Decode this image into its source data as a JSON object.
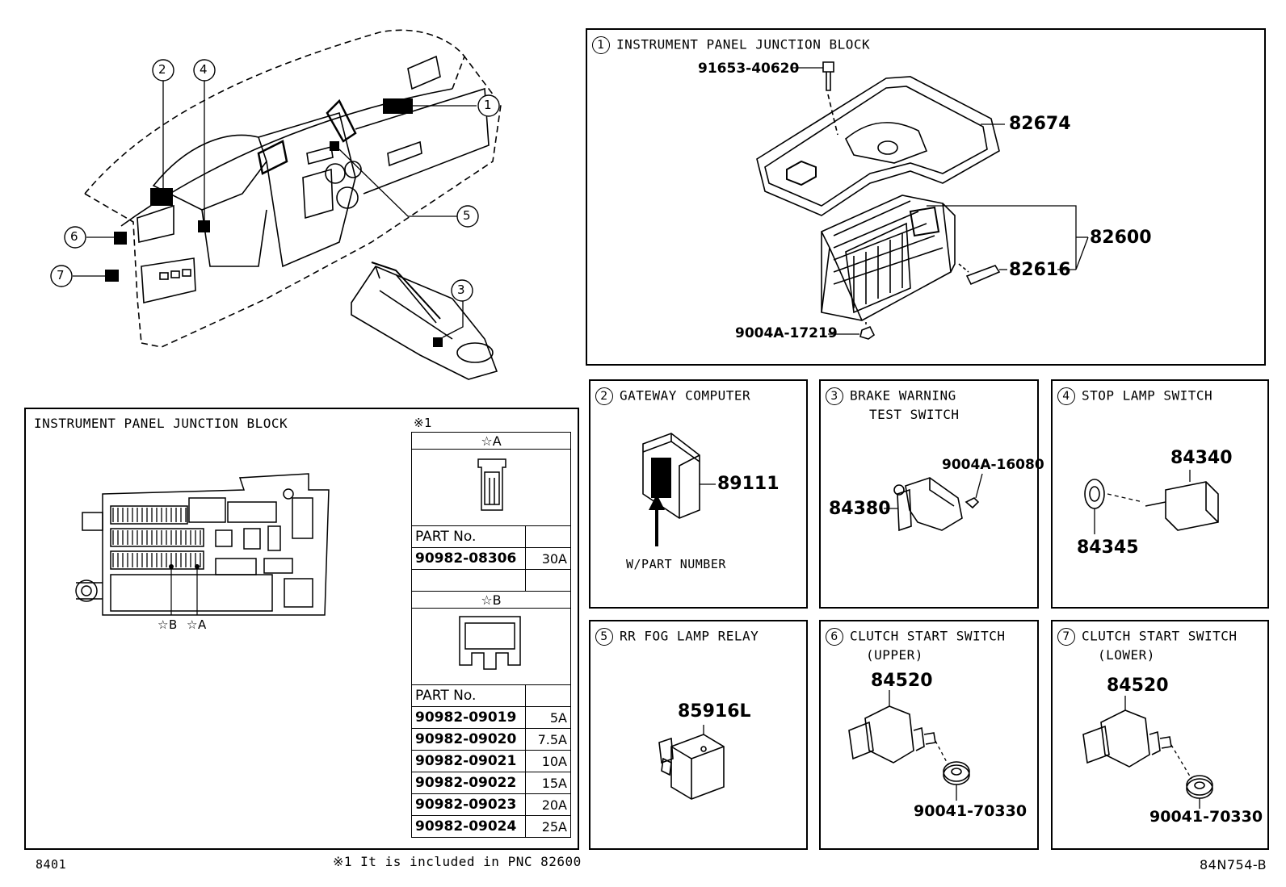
{
  "overview": {
    "callouts": [
      "1",
      "2",
      "3",
      "4",
      "5",
      "6",
      "7"
    ]
  },
  "sec1": {
    "num": "1",
    "title": "INSTRUMENT PANEL JUNCTION BLOCK",
    "parts": {
      "bolt": "91653-40620",
      "cover": "82674",
      "block": "82600",
      "clip": "82616",
      "nut": "9004A-17219"
    }
  },
  "sec2": {
    "num": "2",
    "title": "GATEWAY COMPUTER",
    "part": "89111",
    "note": "W/PART NUMBER"
  },
  "sec3": {
    "num": "3",
    "title_line1": "BRAKE WARNING",
    "title_line2": "TEST SWITCH",
    "screw": "9004A-16080",
    "switch": "84380"
  },
  "sec4": {
    "num": "4",
    "title": "STOP LAMP SWITCH",
    "switch": "84340",
    "cushion": "84345"
  },
  "sec5": {
    "num": "5",
    "title": "RR FOG LAMP RELAY",
    "part": "85916L"
  },
  "sec6": {
    "num": "6",
    "title_line1": "CLUTCH START SWITCH",
    "title_line2": "(UPPER)",
    "switch": "84520",
    "nut": "90041-70330"
  },
  "sec7": {
    "num": "7",
    "title_line1": "CLUTCH START SWITCH",
    "title_line2": "(LOWER)",
    "switch": "84520",
    "nut": "90041-70330"
  },
  "jb": {
    "title": "INSTRUMENT PANEL JUNCTION BLOCK",
    "markB": "☆B",
    "markA": "☆A",
    "table_note": "※1",
    "groupA": {
      "head": "☆A",
      "pn_label": "PART No.",
      "rows": [
        {
          "pn": "90982-08306",
          "amp": "30A"
        }
      ]
    },
    "groupB": {
      "head": "☆B",
      "pn_label": "PART No.",
      "rows": [
        {
          "pn": "90982-09019",
          "amp": "5A"
        },
        {
          "pn": "90982-09020",
          "amp": "7.5A"
        },
        {
          "pn": "90982-09021",
          "amp": "10A"
        },
        {
          "pn": "90982-09022",
          "amp": "15A"
        },
        {
          "pn": "90982-09023",
          "amp": "20A"
        },
        {
          "pn": "90982-09024",
          "amp": "25A"
        }
      ]
    }
  },
  "footer": {
    "left": "8401",
    "note": "※1 It is included in PNC 82600",
    "right": "84N754-B"
  }
}
